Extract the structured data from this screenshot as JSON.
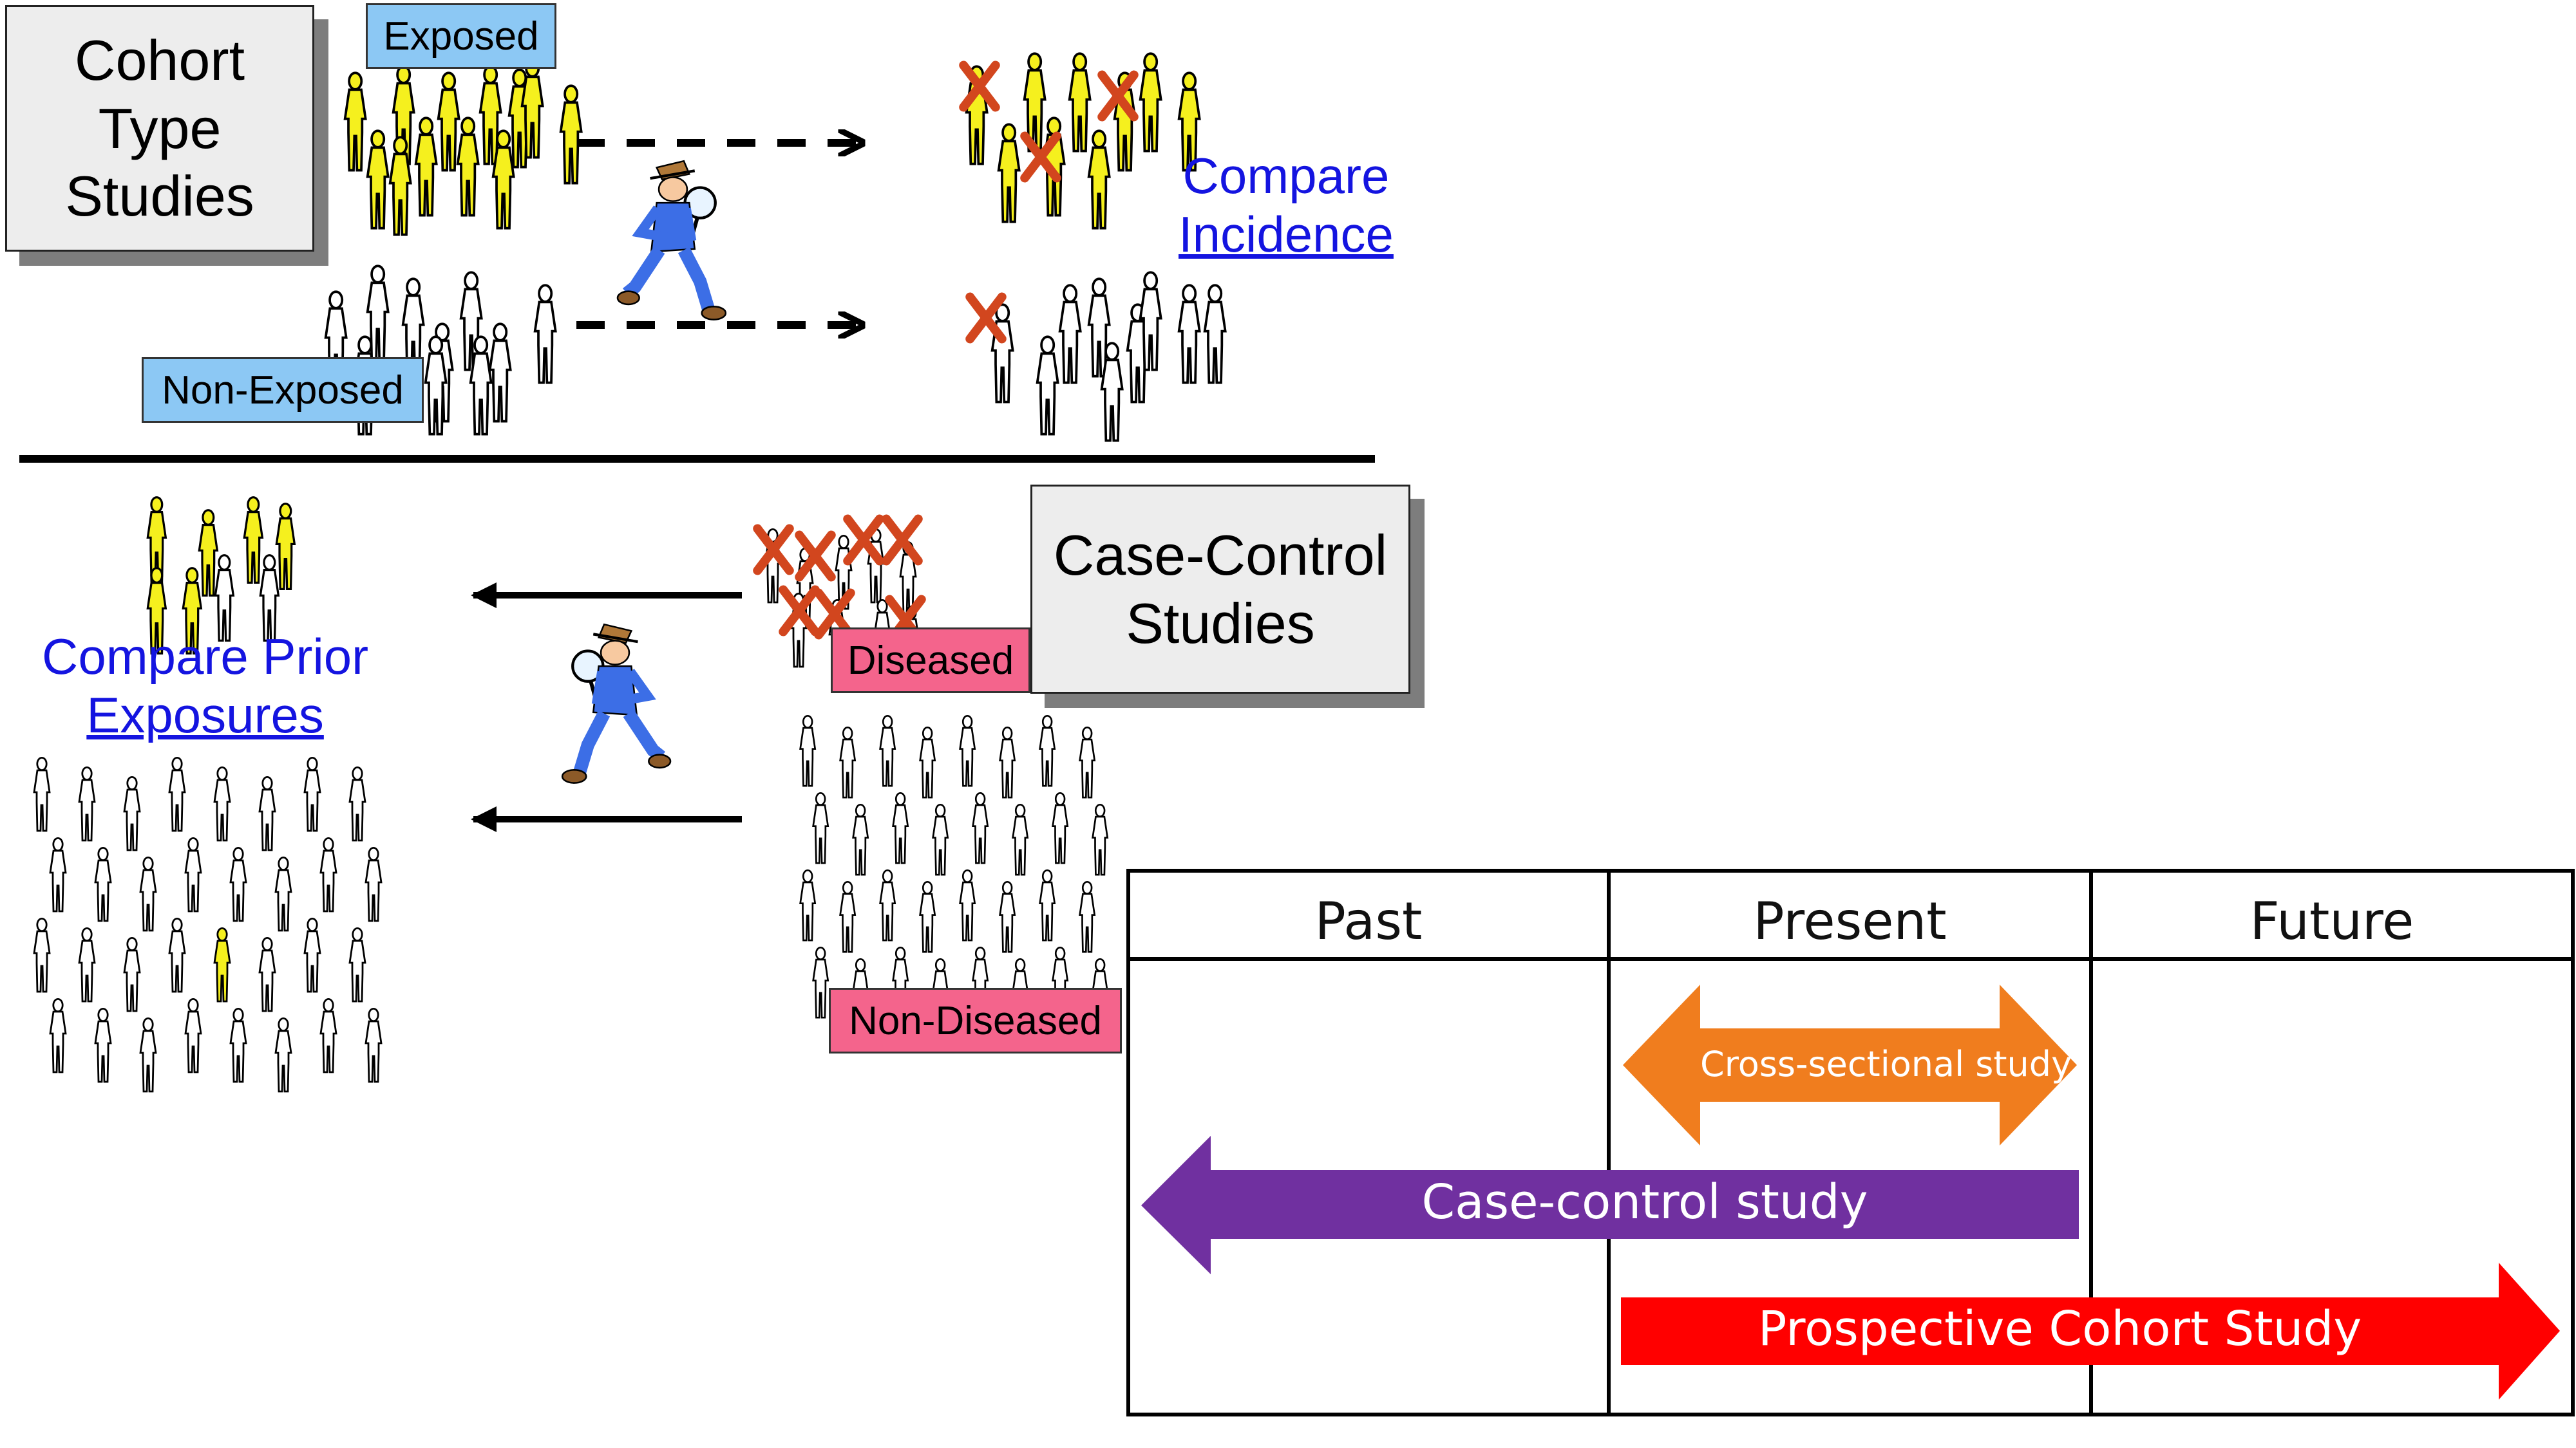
{
  "cohort": {
    "title_lines": [
      "Cohort",
      "Type",
      "Studies"
    ],
    "exposed_label": "Exposed",
    "non_exposed_label": "Non-Exposed",
    "compare_line1": "Compare",
    "compare_line2": "Incidence"
  },
  "case_control": {
    "title_lines": [
      "Case-Control",
      "Studies"
    ],
    "diseased_label": "Diseased",
    "non_diseased_label": "Non-Diseased",
    "compare_line1": "Compare Prior",
    "compare_line2": "Exposures"
  },
  "timeline": {
    "columns": [
      "Past",
      "Present",
      "Future"
    ],
    "arrows": [
      {
        "label": "Cross-sectional study",
        "color": "#f07d1e",
        "spans": "Present",
        "direction": "both"
      },
      {
        "label": "Case-control study",
        "color": "#7030a0",
        "spans": "Past–Present",
        "direction": "backward"
      },
      {
        "label": "Prospective Cohort Study",
        "color": "#ff0000",
        "spans": "Present–Future",
        "direction": "forward"
      }
    ]
  },
  "colors": {
    "exposed_figure": "#f5f01e",
    "unexposed_figure": "#ffffff",
    "x_mark": "#d2461e",
    "compare_text": "#1414e0"
  }
}
